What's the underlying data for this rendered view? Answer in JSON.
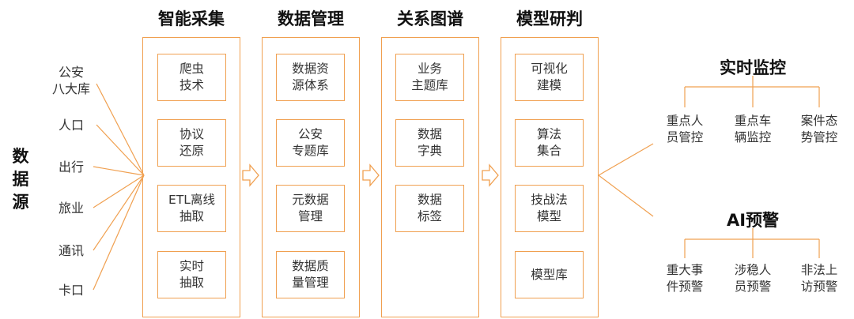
{
  "source_title": "数据\n源",
  "sources": [
    "公安\n八大库",
    "人口",
    "出行",
    "旅业",
    "通讯",
    "卡口"
  ],
  "stages": [
    {
      "title": "智能采集",
      "items": [
        "爬虫\n技术",
        "协议\n还原",
        "ETL离线\n抽取",
        "实时\n抽取"
      ]
    },
    {
      "title": "数据管理",
      "items": [
        "数据资\n源体系",
        "公安\n专题库",
        "元数据\n管理",
        "数据质\n量管理"
      ]
    },
    {
      "title": "关系图谱",
      "items": [
        "业务\n主题库",
        "数据\n字典",
        "数据\n标签"
      ]
    },
    {
      "title": "模型研判",
      "items": [
        "可视化\n建模",
        "算法\n集合",
        "技战法\n模型",
        "模型库"
      ]
    }
  ],
  "outputs": [
    {
      "title": "实时监控",
      "items": [
        "重点人\n员管控",
        "重点车\n辆监控",
        "案件态\n势管控"
      ]
    },
    {
      "title": "AI预警",
      "items": [
        "重大事\n件预警",
        "涉稳人\n员预警",
        "非法上\n访预警"
      ]
    }
  ],
  "colors": {
    "accent": "#f0a050",
    "text": "#333333",
    "heading": "#111111"
  }
}
